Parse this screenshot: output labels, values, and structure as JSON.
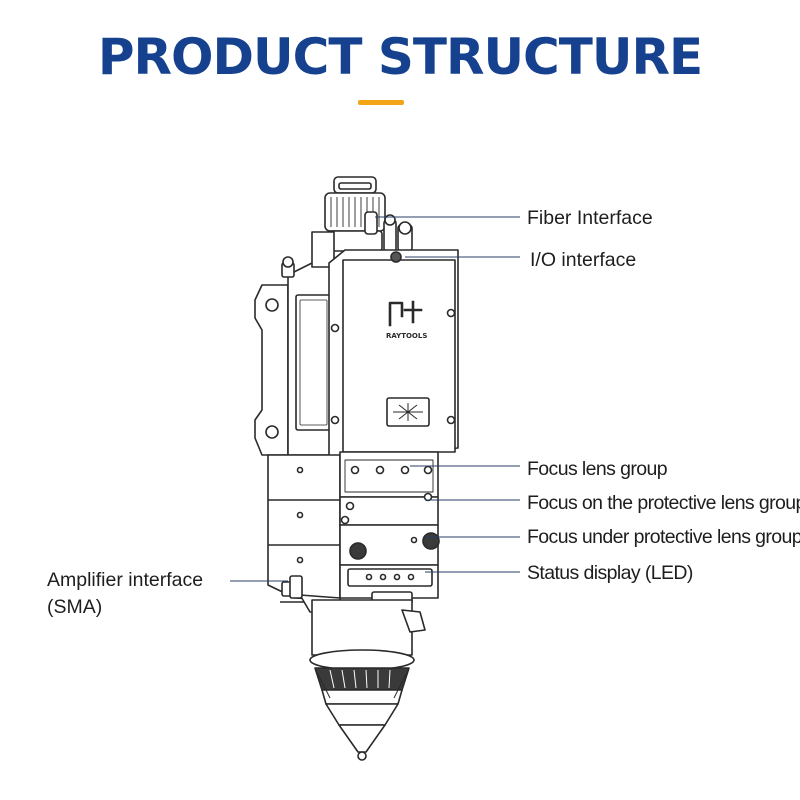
{
  "title": "PRODUCT STRUCTURE",
  "colors": {
    "title": "#16418f",
    "accent": "#f2a516",
    "line": "#2b3c66"
  },
  "device": {
    "brand_text": "RAYTOOLS",
    "logo_icon": "raytools-logo-icon",
    "nozzle_icon": "focus-indicator-icon"
  },
  "callouts": {
    "fiber_interface": "Fiber Interface",
    "io_interface": "I/O interface",
    "focus_lens_group": "Focus lens group",
    "focus_on_protective": "Focus on the protective lens group",
    "focus_under_protective": "Focus under protective lens group",
    "status_display": "Status display (LED)",
    "amplifier_line1": "Amplifier interface",
    "amplifier_line2": "(SMA)"
  }
}
